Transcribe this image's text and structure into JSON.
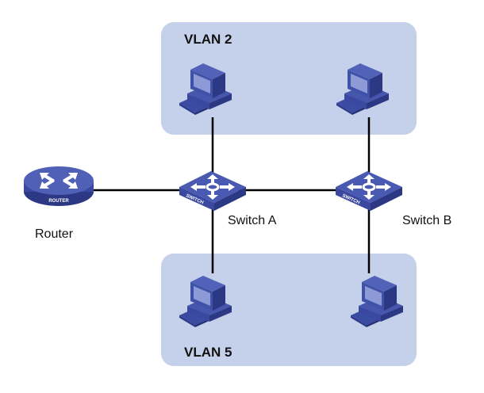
{
  "diagram": {
    "vlans": [
      {
        "id": "vlan2",
        "label": "VLAN 2"
      },
      {
        "id": "vlan5",
        "label": "VLAN 5"
      }
    ],
    "devices": {
      "router": {
        "label": "Router",
        "badge": "ROUTER"
      },
      "switch_a": {
        "label": "Switch A",
        "badge": "SWITCH"
      },
      "switch_b": {
        "label": "Switch B",
        "badge": "SWITCH"
      }
    },
    "hosts": [
      {
        "id": "host-vlan2-a",
        "vlan": "VLAN 2",
        "connected_to": "Switch A"
      },
      {
        "id": "host-vlan2-b",
        "vlan": "VLAN 2",
        "connected_to": "Switch B"
      },
      {
        "id": "host-vlan5-a",
        "vlan": "VLAN 5",
        "connected_to": "Switch A"
      },
      {
        "id": "host-vlan5-b",
        "vlan": "VLAN 5",
        "connected_to": "Switch B"
      }
    ],
    "links": [
      [
        "Router",
        "Switch A"
      ],
      [
        "Switch A",
        "Switch B"
      ],
      [
        "Switch A",
        "host-vlan2-a"
      ],
      [
        "Switch B",
        "host-vlan2-b"
      ],
      [
        "Switch A",
        "host-vlan5-a"
      ],
      [
        "Switch B",
        "host-vlan5-b"
      ]
    ],
    "colors": {
      "vlan_fill": "#c5d1ea",
      "device_blue": "#3f4fa6",
      "device_dark": "#2c3883",
      "device_light": "#6a79c4",
      "screen": "#8e9ad6",
      "link": "#000000"
    }
  }
}
